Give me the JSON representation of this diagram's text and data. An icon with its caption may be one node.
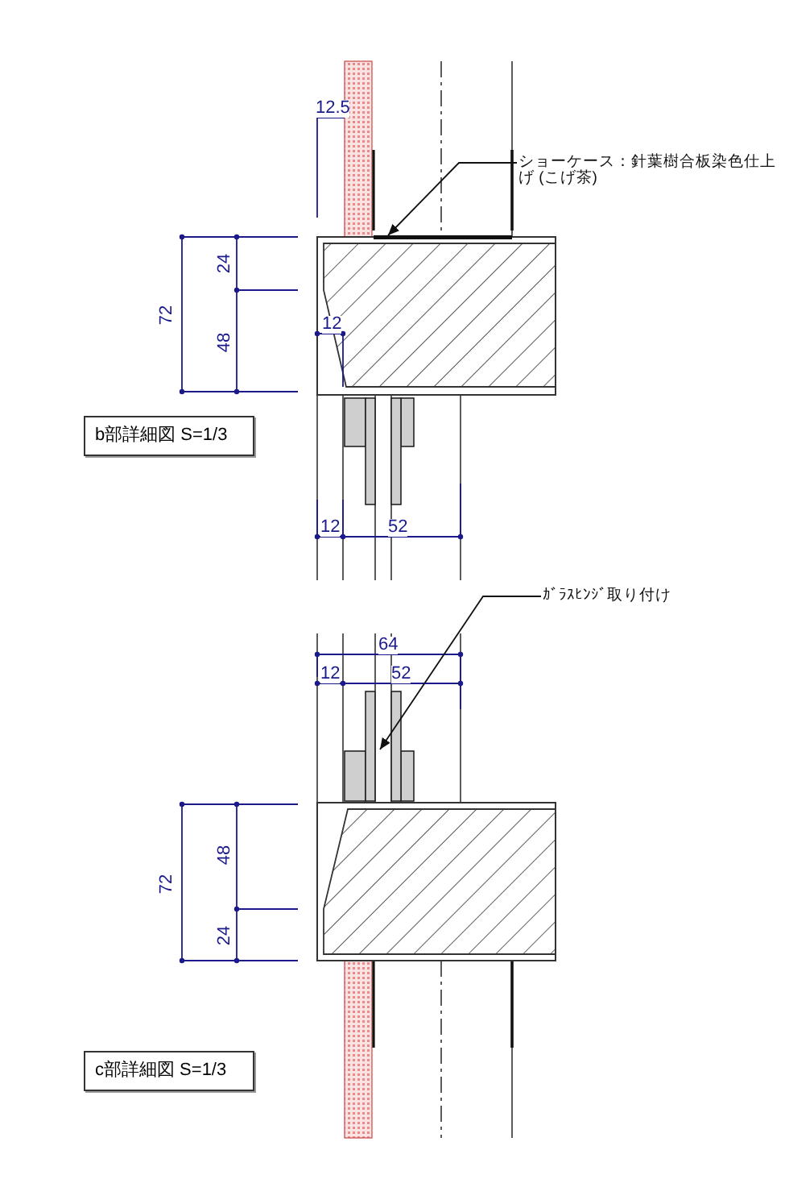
{
  "diagram": {
    "nodes": [
      {
        "text": [
          "ショーケース：針葉樹合板染色仕上げ (こげ茶)"
        ]
      },
      {
        "text": [],
        "shape": "bar"
      },
      {
        "text": [
          "b部詳細図 S=1/3"
        ]
      },
      {
        "text": [
          "ｶﾞﾗｽﾋﾝｼﾞ取り付け"
        ]
      },
      {
        "text": [],
        "shape": "box"
      },
      {
        "text": [
          "c部詳細図 S=1/3"
        ]
      }
    ],
    "edges": [
      {
        "from": 0,
        "to": 1,
        "arrow": "to"
      },
      {
        "from": 3,
        "to": 4,
        "arrow": "to"
      }
    ],
    "labels": [
      "12.5",
      "72",
      "24",
      "48",
      "12",
      "12",
      "52",
      "64",
      "12",
      "52",
      "72",
      "48",
      "24"
    ]
  }
}
